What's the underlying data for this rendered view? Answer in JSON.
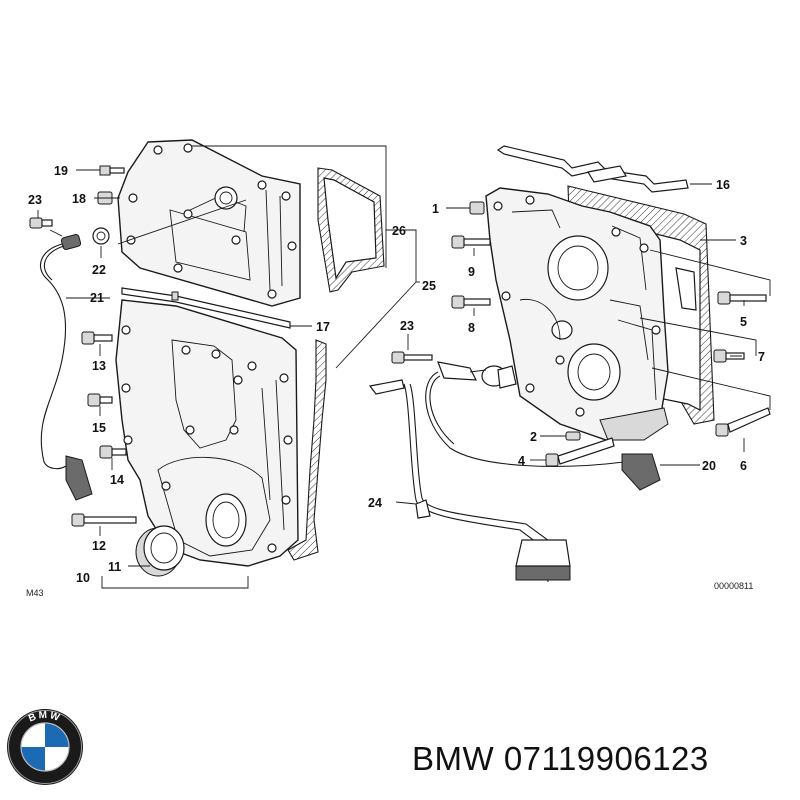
{
  "diagram": {
    "callouts": [
      "1",
      "2",
      "3",
      "4",
      "5",
      "6",
      "7",
      "8",
      "9",
      "10",
      "11",
      "12",
      "13",
      "14",
      "15",
      "16",
      "17",
      "18",
      "19",
      "20",
      "21",
      "22",
      "23",
      "23",
      "24",
      "25",
      "26"
    ],
    "code_left": "M43",
    "code_right": "00000811"
  },
  "footer": {
    "brand": "BMW",
    "part_number": "07119906123",
    "logo_text": "BMW"
  },
  "colors": {
    "line": "#1a1a1a",
    "logo_blue": "#1c69b4",
    "logo_ring": "#1a1a1a"
  }
}
